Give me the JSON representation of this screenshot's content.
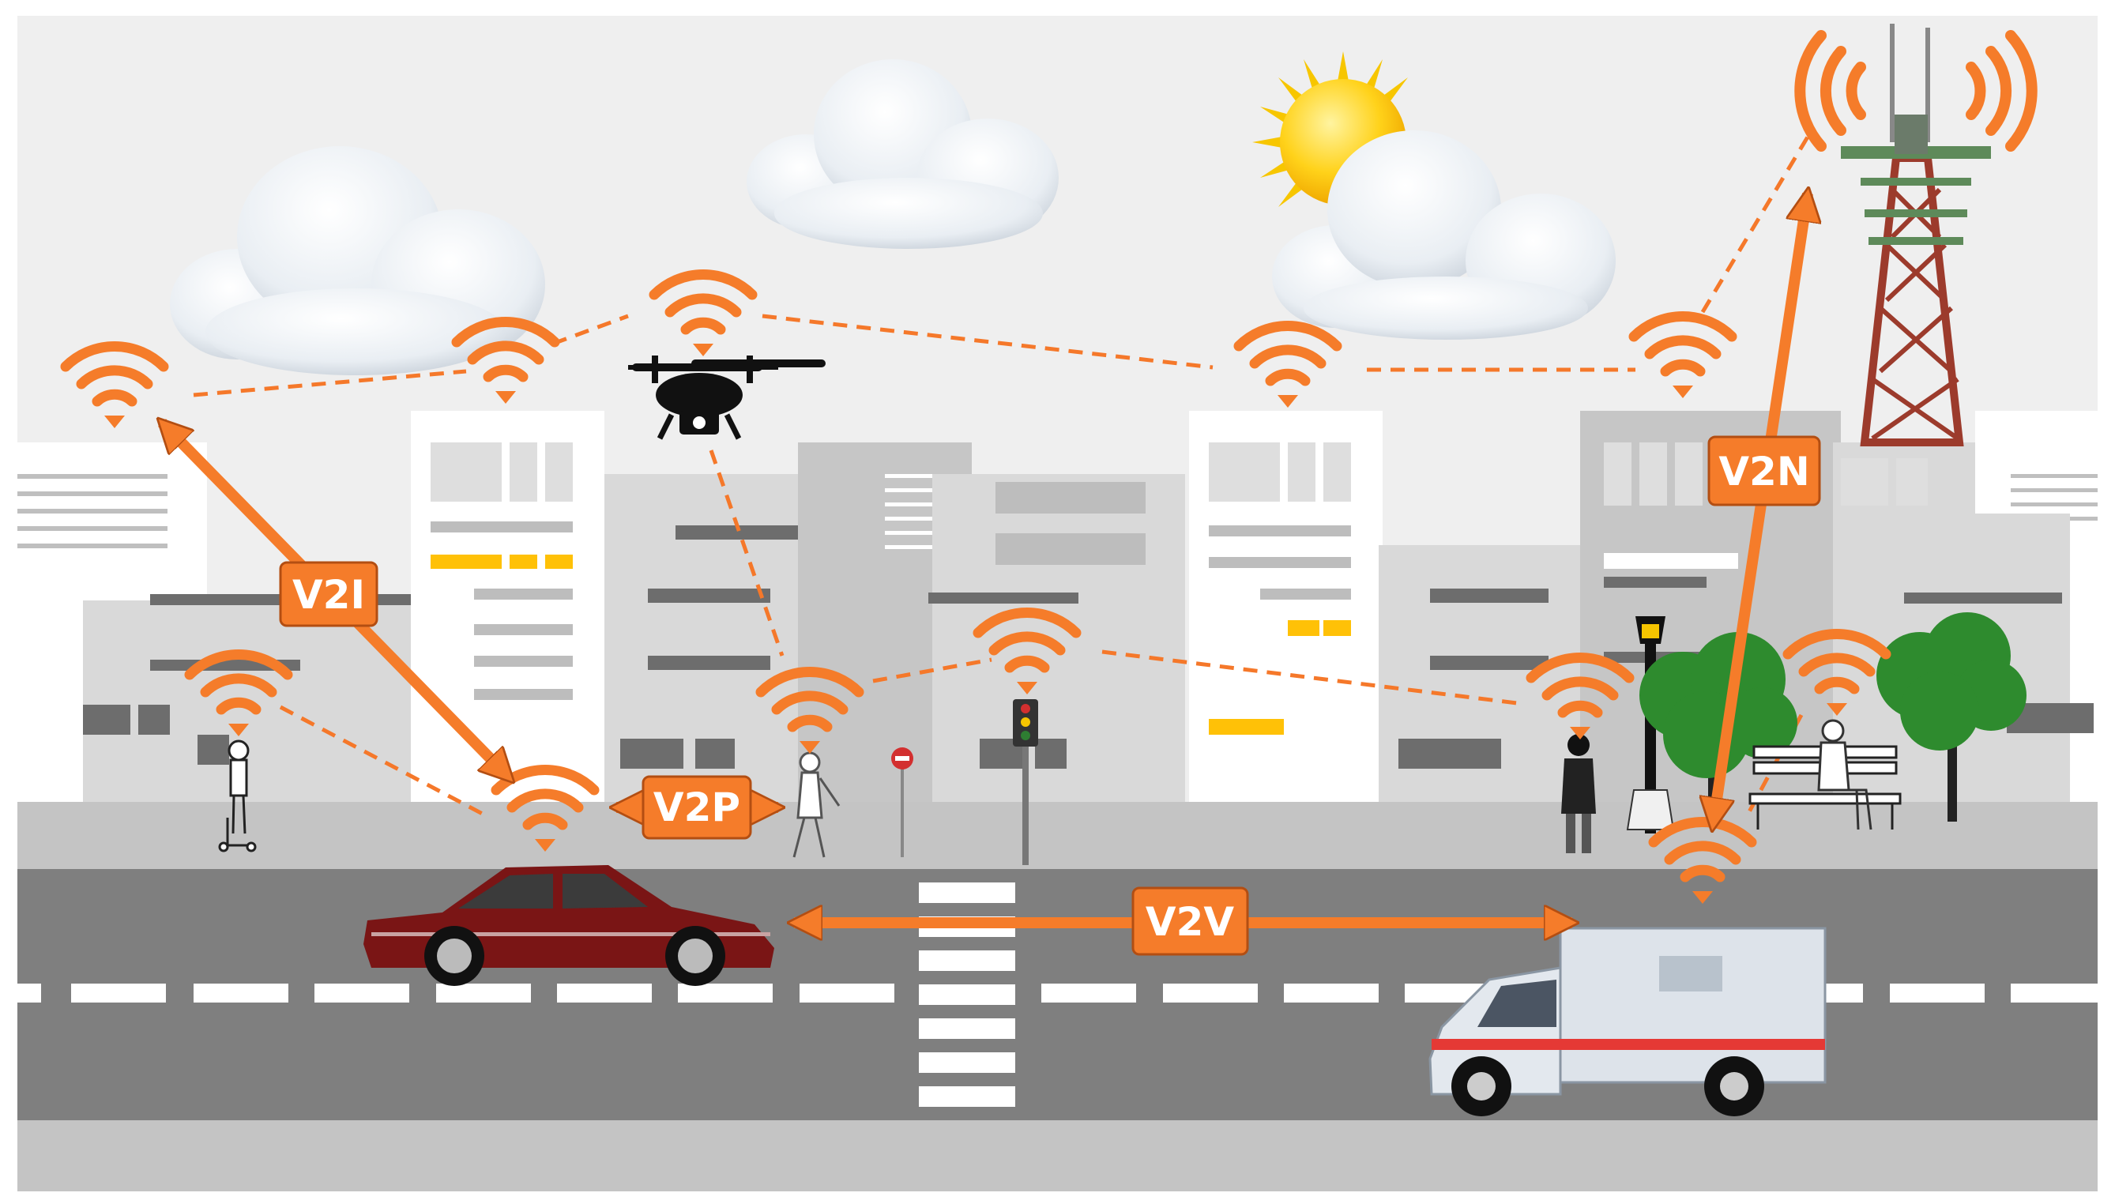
{
  "links": [
    {
      "id": "v2i",
      "label": "V2I"
    },
    {
      "id": "v2p",
      "label": "V2P"
    },
    {
      "id": "v2v",
      "label": "V2V"
    },
    {
      "id": "v2n",
      "label": "V2N"
    }
  ],
  "colors": {
    "accent": "#f57c2a",
    "sky": "#efefef",
    "road": "#7f7f7f",
    "sidewalk": "#c4c4c4"
  },
  "icons": [
    "wifi-signal-icon",
    "drone-icon",
    "cloud-icon",
    "sun-icon",
    "cell-tower-icon",
    "car-icon",
    "ambulance-icon",
    "traffic-light-icon",
    "tree-icon",
    "bench-icon",
    "street-lamp-icon",
    "pedestrian-icon"
  ]
}
